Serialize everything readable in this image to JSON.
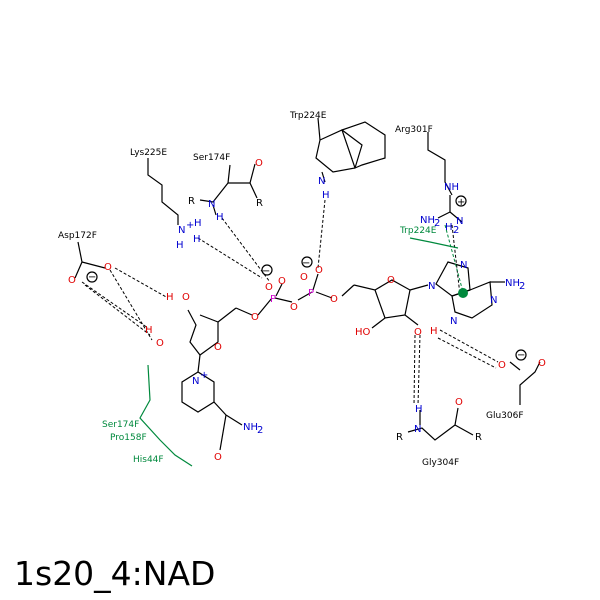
{
  "title": "1s20_4:NAD",
  "colors": {
    "carbon": "#000000",
    "oxygen": "#e00000",
    "nitrogen": "#0000d0",
    "phosphorus": "#d000d0",
    "hydrophobic": "#00893d"
  },
  "residues": {
    "trp224e_top": "Trp224E",
    "arg301f": "Arg301F",
    "lys225e": "Lys225E",
    "ser174f_top": "Ser174F",
    "asp172f": "Asp172F",
    "trp224e_green": "Trp224E",
    "ser174f_green": "Ser174F",
    "pro158f": "Pro158F",
    "his44f": "His44F",
    "glu306f": "Glu306F",
    "gly304f": "Gly304F"
  },
  "atoms": {
    "O": "O",
    "H": "H",
    "N": "N",
    "P": "P",
    "R": "R",
    "NH": "NH",
    "NH2": "NH",
    "NH2_sub": "2",
    "H2": "H",
    "H2_sub": "2",
    "HO": "HO",
    "NH2_amide": "NH",
    "NH2_amide_sub": "2",
    "nplus": "+",
    "minus": "−",
    "plus": "+"
  }
}
